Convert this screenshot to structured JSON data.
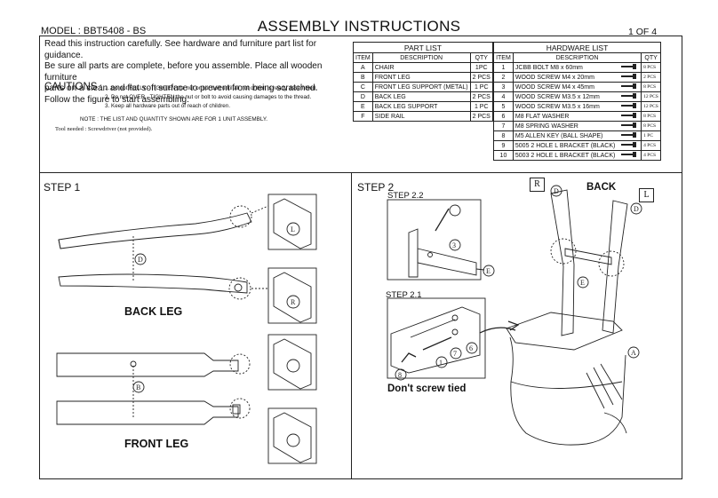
{
  "header": {
    "model": "MODEL : BBT5408 - BS",
    "title": "ASSEMBLY INSTRUCTIONS",
    "page": "1 OF 4"
  },
  "intro": {
    "lines": [
      "Read this instruction carefully. See hardware and furniture part list for guidance.",
      "Be sure all parts are complete, before you assemble. Place all wooden furniture",
      "parts on a clean and flat soft surface to prevent from being scratched.",
      "Follow the figure to start assembling."
    ]
  },
  "cautions": {
    "label": "CAUTIONS",
    "items": [
      "1. Do not FULLY - TIGHTEN the nut or nut bolt until all nut or bolt is ready assembled.",
      "2. Do not OVER - TIGHTEN the nut or bolt to avoid causing damages to the thread.",
      "3. Keep all hardware parts out of reach of children."
    ]
  },
  "note": "NOTE : THE LIST AND QUANTITY SHOWN ARE FOR 1 UNIT ASSEMBLY.",
  "tool": "Tool needed : Screwdriver (not provided).",
  "part_list": {
    "caption": "PART LIST",
    "headers": [
      "ITEM",
      "DESCRIPTION",
      "QTY"
    ],
    "rows": [
      [
        "A",
        "CHAIR",
        "1PC"
      ],
      [
        "B",
        "FRONT LEG",
        "2 PCS"
      ],
      [
        "C",
        "FRONT LEG SUPPORT (METAL)",
        "1 PC"
      ],
      [
        "D",
        "BACK LEG",
        "2 PCS"
      ],
      [
        "E",
        "BACK LEG SUPPORT",
        "1 PC"
      ],
      [
        "F",
        "SIDE RAIL",
        "2 PCS"
      ]
    ]
  },
  "hardware_list": {
    "caption": "HARDWARE LIST",
    "headers": [
      "ITEM",
      "DESCRIPTION",
      "QTY"
    ],
    "rows": [
      [
        "1",
        "JCBB BOLT M8 x 60mm",
        "8 PCS"
      ],
      [
        "2",
        "WOOD SCREW M4 x 20mm",
        "2 PCS"
      ],
      [
        "3",
        "WOOD SCREW M4 x 45mm",
        "8 PCS"
      ],
      [
        "4",
        "WOOD SCREW M3.5 x 12mm",
        "12 PCS"
      ],
      [
        "5",
        "WOOD SCREW M3.5 x 16mm",
        "12 PCS"
      ],
      [
        "6",
        "M8 FLAT WASHER",
        "8 PCS"
      ],
      [
        "7",
        "M8 SPRING WASHER",
        "8 PCS"
      ],
      [
        "8",
        "M5 ALLEN KEY (BALL SHAPE)",
        "1 PC"
      ],
      [
        "9",
        "5005 2 HOLE L BRACKET (BLACK)",
        "4 PCS"
      ],
      [
        "10",
        "5003 2 HOLE L BRACKET (BLACK)",
        "4 PCS"
      ]
    ]
  },
  "steps": {
    "step1": "STEP 1",
    "step2": "STEP 2",
    "step22": "STEP 2.2",
    "step21": "STEP 2.1",
    "back_leg": "BACK LEG",
    "front_leg": "FRONT LEG",
    "dont_screw": "Don't screw tied",
    "back": "BACK",
    "box_r": "R",
    "box_l": "L"
  },
  "callouts": {
    "D": "D",
    "B": "B",
    "E": "E",
    "A": "A",
    "L": "L",
    "R": "R",
    "n1": "1",
    "n3": "3",
    "n6": "6",
    "n7": "7",
    "n8": "8"
  }
}
